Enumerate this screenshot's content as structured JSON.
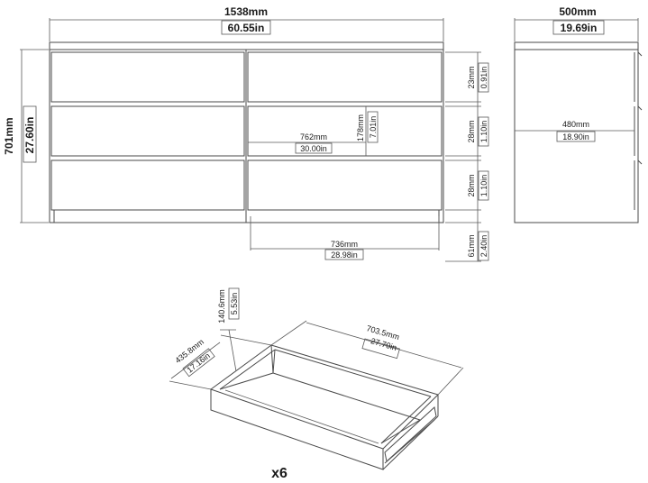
{
  "front_view": {
    "width_mm": "1538mm",
    "width_in": "60.55in",
    "height_mm": "701mm",
    "height_in": "27.60in",
    "drawer_height_mm": "178mm",
    "drawer_height_in": "7.01in",
    "drawer_width_mm": "762mm",
    "drawer_width_in": "30.00in",
    "inner_width_mm": "736mm",
    "inner_width_in": "28.98in",
    "top_gap_mm": "23mm",
    "top_gap_in": "0.91in",
    "gap_2_mm": "28mm",
    "gap_2_in": "1.10in",
    "gap_3_mm": "28mm",
    "gap_3_in": "1.10in",
    "leg_mm": "61mm",
    "leg_in": "2.40in"
  },
  "side_view": {
    "depth_mm": "500mm",
    "depth_in": "19.69in",
    "inner_depth_mm": "480mm",
    "inner_depth_in": "18.90in"
  },
  "drawer_detail": {
    "height_mm": "140.6mm",
    "height_in": "5.53in",
    "length_mm": "703.5mm",
    "length_in": "27.70in",
    "width_mm": "435.8mm",
    "width_in": "17.16in",
    "quantity": "x6"
  }
}
